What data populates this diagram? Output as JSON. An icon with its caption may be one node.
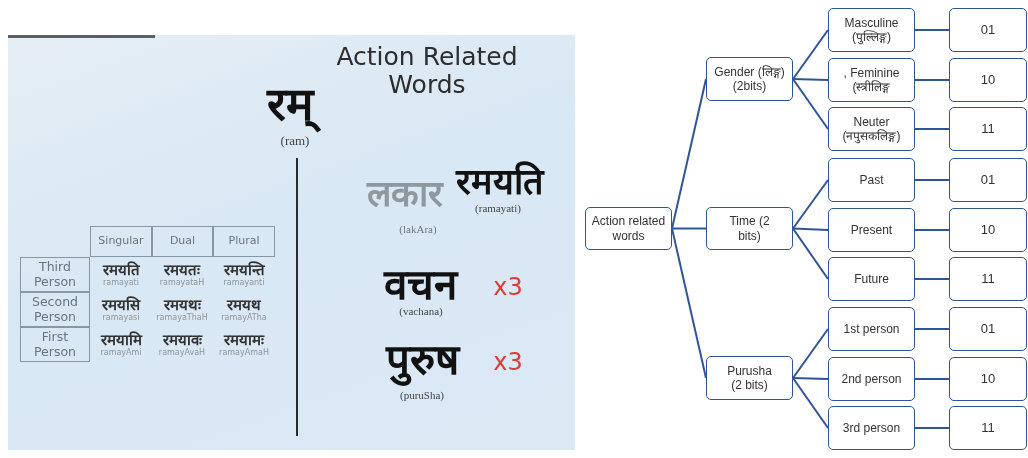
{
  "diagram": {
    "nodes": [
      {
        "text": [
          "Action related words"
        ]
      },
      {
        "text": [
          "Gender (लिङ्ग) (2bits)"
        ]
      },
      {
        "text": [
          "Time (2 bits)"
        ]
      },
      {
        "text": [
          "Purusha (2 bits)"
        ]
      },
      {
        "text": [
          "Masculine (पुल्लिङ्ग)"
        ]
      },
      {
        "text": [
          ", Feminine (स्त्रीलिङ्ग"
        ]
      },
      {
        "text": [
          "Neuter (नपुसकलिङ्ग)"
        ]
      },
      {
        "text": [
          "Past"
        ]
      },
      {
        "text": [
          "Present"
        ]
      },
      {
        "text": [
          "Future"
        ]
      },
      {
        "text": [
          "1st person"
        ]
      },
      {
        "text": [
          "2nd person"
        ]
      },
      {
        "text": [
          "3rd person"
        ]
      },
      {
        "text": [
          "01"
        ]
      },
      {
        "text": [
          "10"
        ]
      },
      {
        "text": [
          "11"
        ]
      },
      {
        "text": [
          "01"
        ]
      },
      {
        "text": [
          "10"
        ]
      },
      {
        "text": [
          "11"
        ]
      },
      {
        "text": [
          "01"
        ]
      },
      {
        "text": [
          "10"
        ]
      },
      {
        "text": [
          "11"
        ]
      }
    ],
    "edges": [
      {
        "from": 0,
        "to": 1,
        "arrow": "none"
      },
      {
        "from": 0,
        "to": 2,
        "arrow": "none"
      },
      {
        "from": 0,
        "to": 3,
        "arrow": "none"
      },
      {
        "from": 1,
        "to": 4,
        "arrow": "none"
      },
      {
        "from": 1,
        "to": 5,
        "arrow": "none"
      },
      {
        "from": 1,
        "to": 6,
        "arrow": "none"
      },
      {
        "from": 2,
        "to": 7,
        "arrow": "none"
      },
      {
        "from": 2,
        "to": 8,
        "arrow": "none"
      },
      {
        "from": 2,
        "to": 9,
        "arrow": "none"
      },
      {
        "from": 3,
        "to": 10,
        "arrow": "none"
      },
      {
        "from": 3,
        "to": 11,
        "arrow": "none"
      },
      {
        "from": 3,
        "to": 12,
        "arrow": "none"
      },
      {
        "from": 4,
        "to": 13,
        "arrow": "none"
      },
      {
        "from": 5,
        "to": 14,
        "arrow": "none"
      },
      {
        "from": 6,
        "to": 15,
        "arrow": "none"
      },
      {
        "from": 7,
        "to": 16,
        "arrow": "none"
      },
      {
        "from": 8,
        "to": 17,
        "arrow": "none"
      },
      {
        "from": 9,
        "to": 18,
        "arrow": "none"
      },
      {
        "from": 10,
        "to": 19,
        "arrow": "none"
      },
      {
        "from": 11,
        "to": 20,
        "arrow": "none"
      },
      {
        "from": 12,
        "to": 21,
        "arrow": "none"
      }
    ],
    "labels": [
      "Action Related Words",
      "रम्",
      "(ram)",
      "लकार",
      "(lakAra)",
      "रमयति",
      "(ramayati)",
      "Singular",
      "Dual",
      "Plural",
      "Third Person",
      "रमयति",
      "ramayati",
      "रमयतः",
      "ramayataH",
      "रमयन्ति",
      "ramayanti",
      "Second Person",
      "रमयसि",
      "ramayasi",
      "रमयथः",
      "ramayaThaH",
      "रमयथ",
      "ramayATha",
      "First Person",
      "रमयामि",
      "ramayAmi",
      "रमयावः",
      "ramayAvaH",
      "रमयामः",
      "ramayAmaH",
      "वचन",
      "(vachana)",
      "x3",
      "पुरुष",
      "(puruSha)",
      "x3"
    ]
  }
}
